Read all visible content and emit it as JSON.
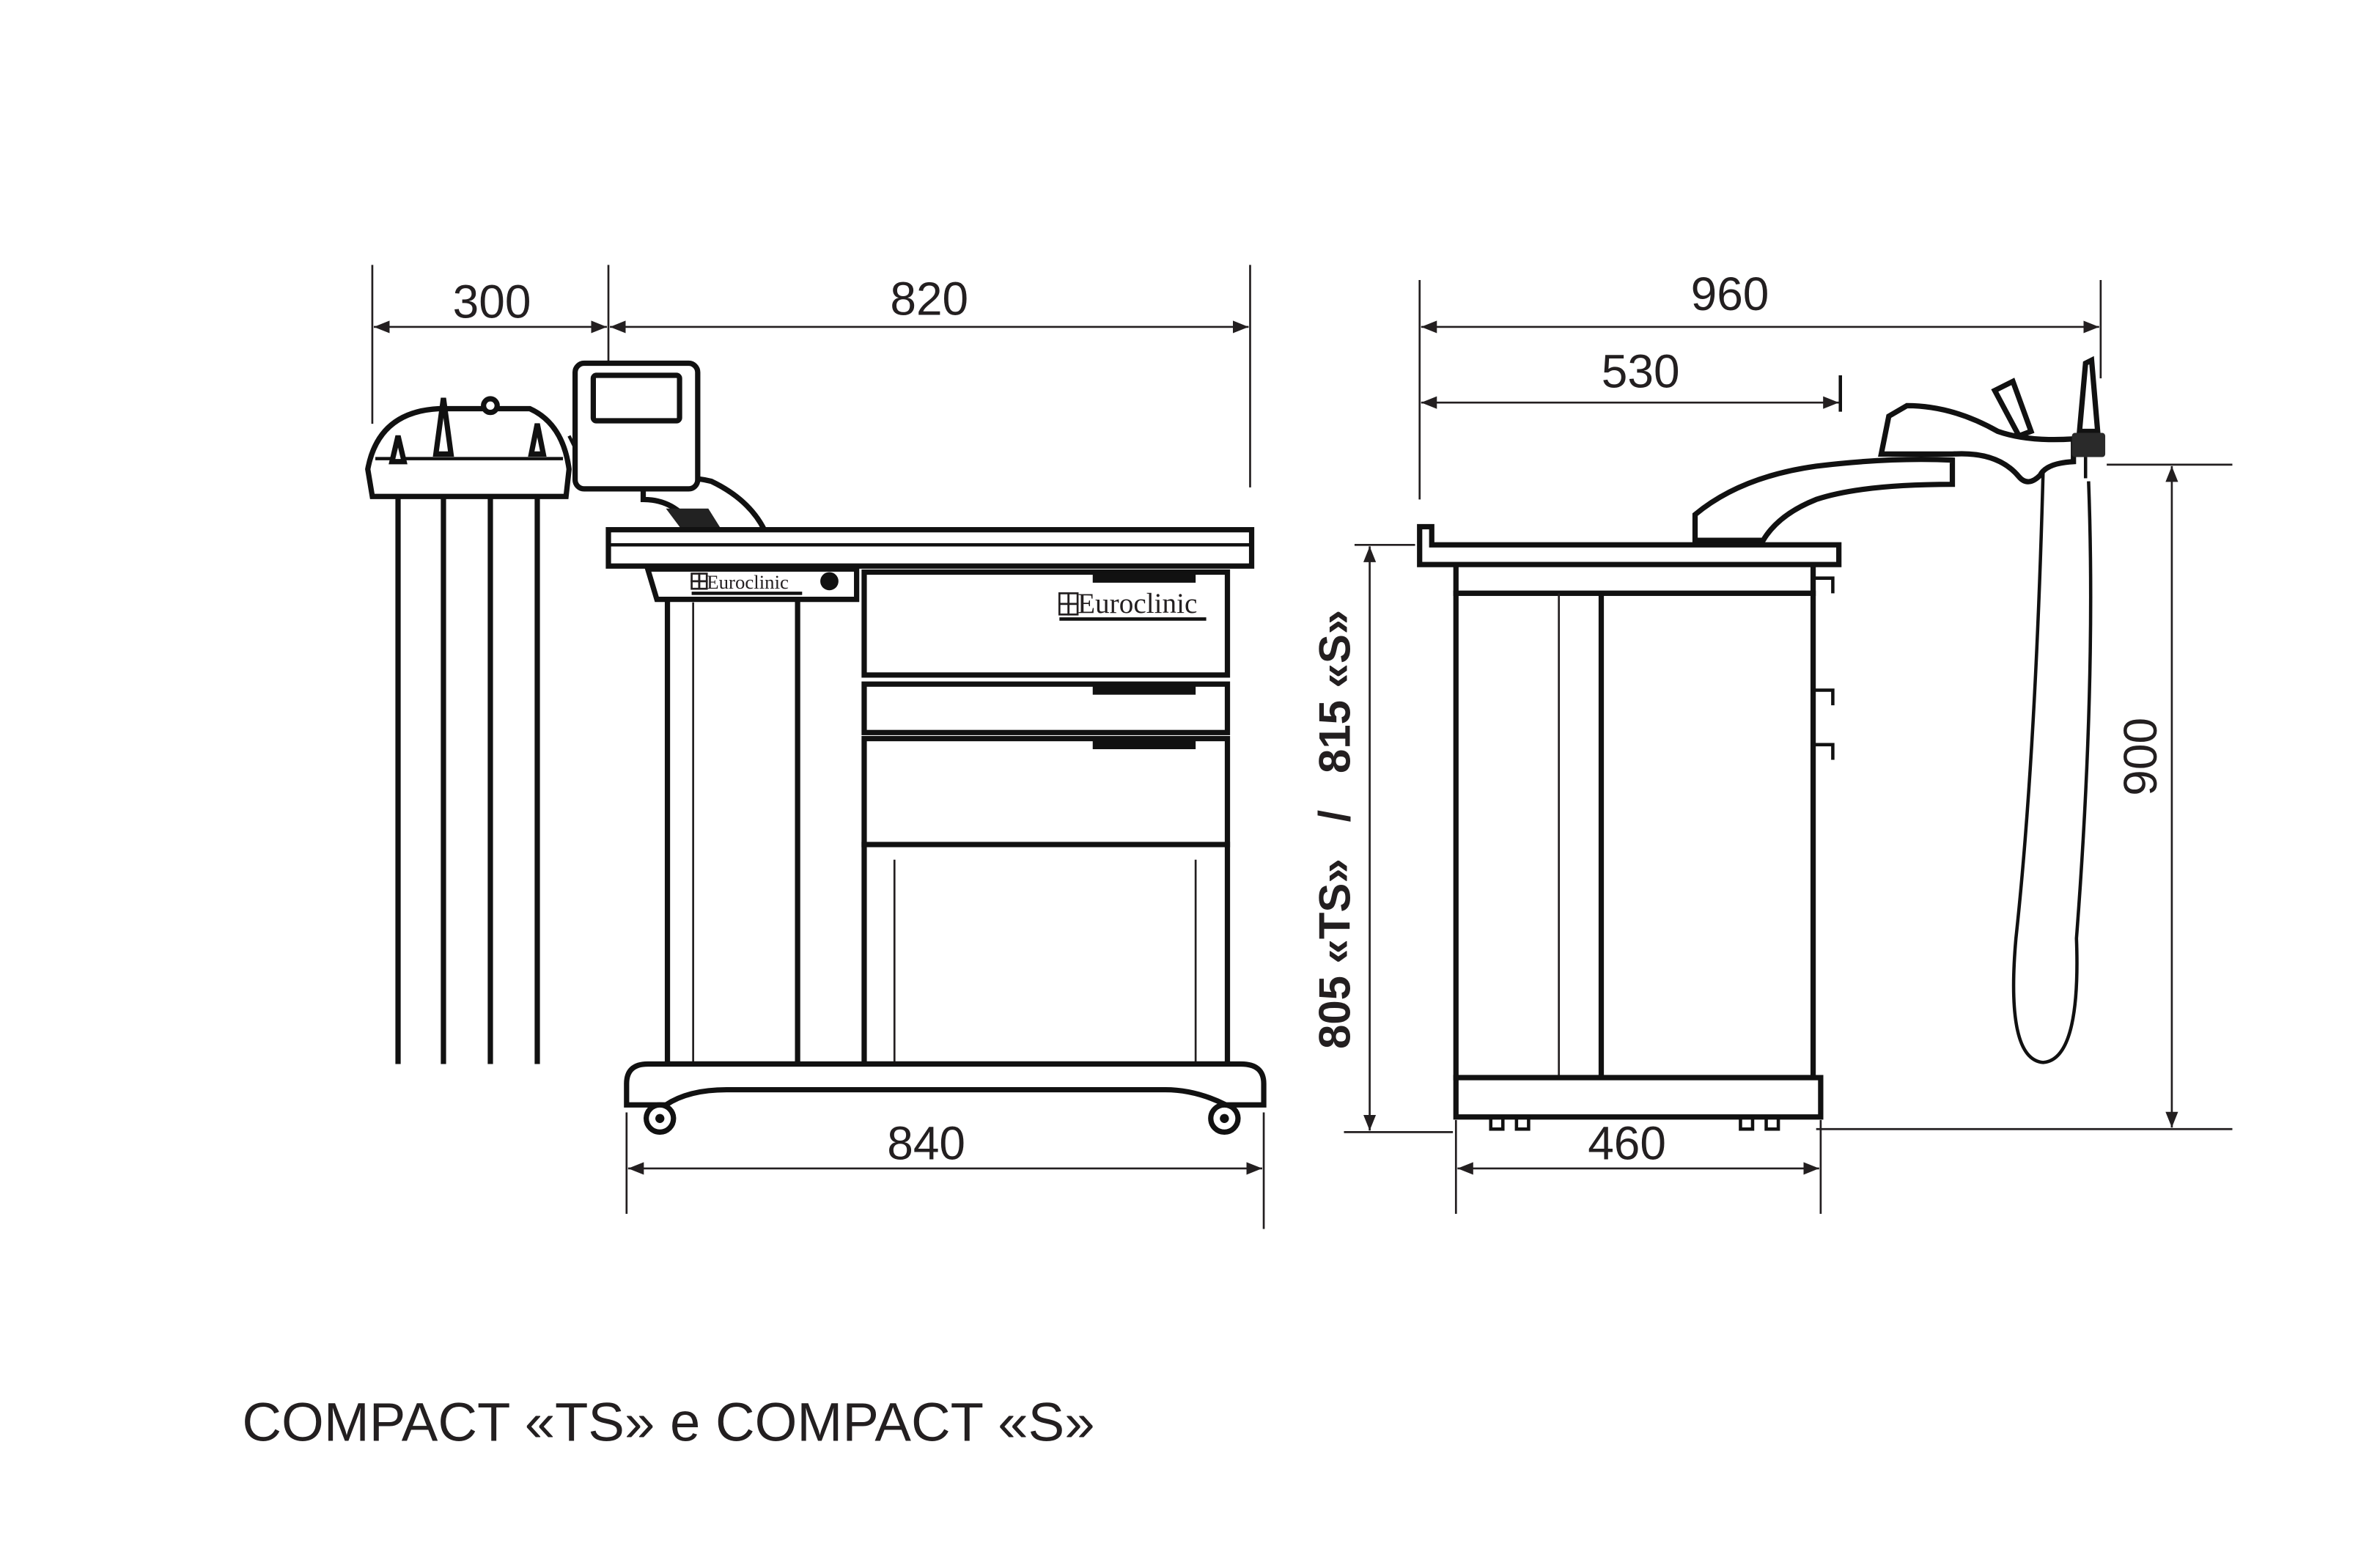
{
  "diagram": {
    "title": "COMPACT «TS» e COMPACT «S»",
    "brand": "Euroclinic",
    "dimensions": {
      "holder_width": "300",
      "cabinet_top_width": "820",
      "base_width": "840",
      "side_total_depth": "960",
      "side_arm_depth": "530",
      "side_cabinet_depth": "460",
      "total_height": "900",
      "cabinet_height": "805 «TS»   /   815 «S»"
    },
    "colors": {
      "line": "#111111",
      "text": "#231f20",
      "background": "#ffffff"
    }
  }
}
